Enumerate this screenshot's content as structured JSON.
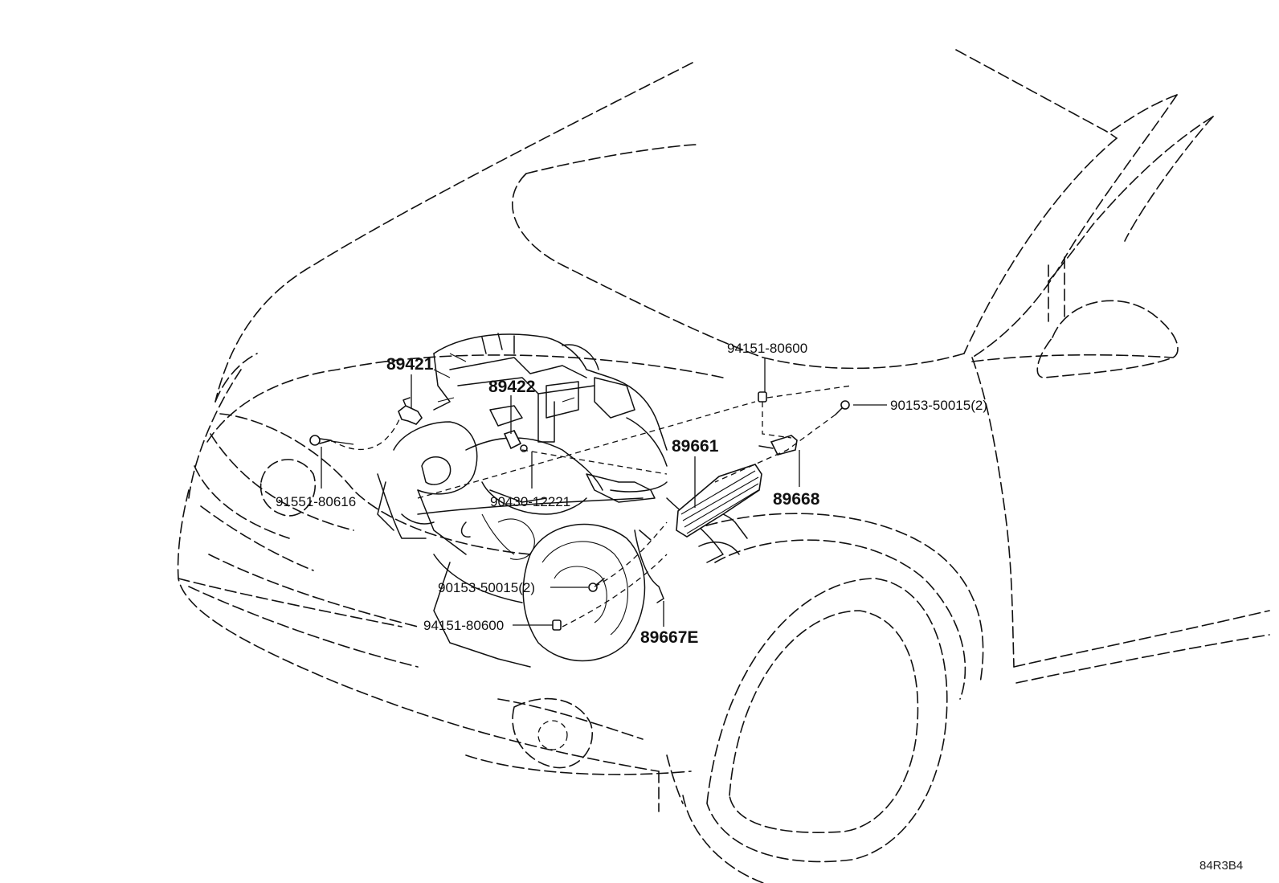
{
  "labels": {
    "p89421": "89421",
    "p89422": "89422",
    "p94151_top": "94151-80600",
    "p90153_top": "90153-50015(2)",
    "p89661": "89661",
    "p89668": "89668",
    "p91551": "91551-80616",
    "p90430": "90430-12221",
    "p90153_bottom": "90153-50015(2)",
    "p94151_bottom": "94151-80600",
    "p89667E": "89667E"
  },
  "diagram_code": "84R3B4"
}
